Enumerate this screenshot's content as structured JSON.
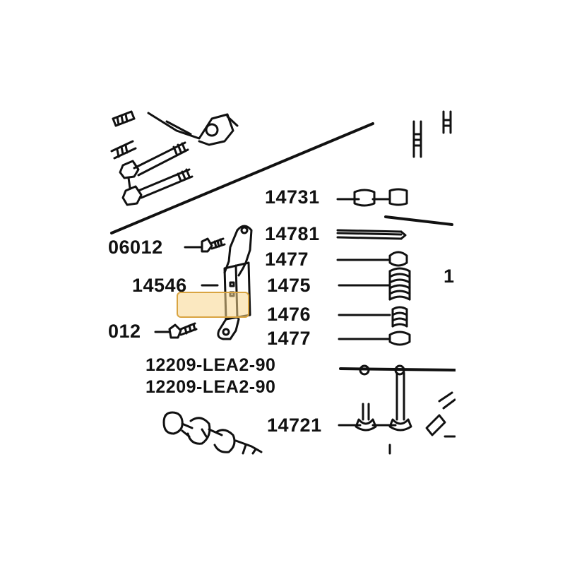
{
  "labels": {
    "p14731": "14731",
    "p14781": "14781",
    "p1477a": "1477",
    "p1475": "1475",
    "p1476": "1476",
    "p1477b": "1477",
    "p06012": "06012",
    "p14546": "14546",
    "p012": "012",
    "p12209a": "12209-LEA2-90",
    "p12209b": "12209-LEA2-90",
    "p14721": "14721",
    "p1right": "1"
  },
  "colors": {
    "line": "#111111",
    "highlight_border": "#d9a441",
    "highlight_fill": "#f7d58c"
  }
}
